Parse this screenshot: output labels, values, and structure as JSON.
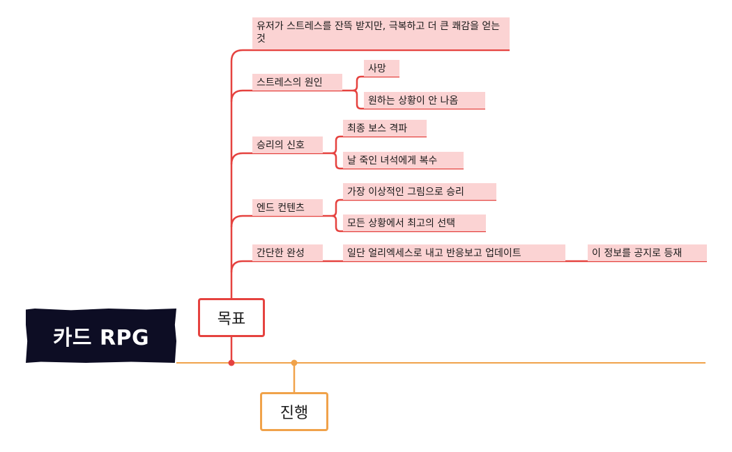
{
  "root": {
    "title": "카드 RPG"
  },
  "tags": {
    "goal": "목표",
    "progress": "진행"
  },
  "branches": {
    "definition": "유저가 스트레스를 잔뜩 받지만, 극복하고 더 큰 쾌감을 얻는 것",
    "stress": {
      "label": "스트레스의 원인",
      "children": [
        "사망",
        "원하는 상황이 안 나옴"
      ]
    },
    "victory": {
      "label": "승리의 신호",
      "children": [
        "최종 보스 격파",
        "날 죽인 녀석에게 복수"
      ]
    },
    "endgame": {
      "label": "엔드 컨텐츠",
      "children": [
        "가장 이상적인 그림으로 승리",
        "모든 상황에서 최고의 선택"
      ]
    },
    "simple": {
      "label": "간단한 완성",
      "children": [
        "일단 얼리엑세스로 내고 반응보고 업데이트"
      ],
      "detail": "이 정보를 공지로 등재"
    }
  },
  "colors": {
    "red": "#e5423f",
    "orange": "#f0a24a",
    "node_fill": "#fbd3d3",
    "root_fill": "#0d0d24"
  }
}
